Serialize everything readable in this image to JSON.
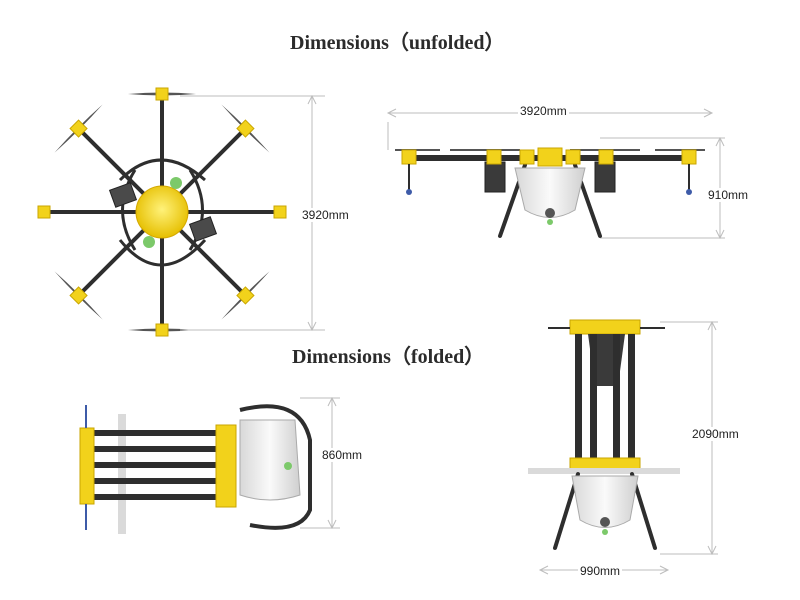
{
  "headings": {
    "unfolded": "Dimensions（unfolded）",
    "folded": "Dimensions（folded）"
  },
  "dimensions": {
    "top_view_width": "3920mm",
    "side_view_width": "3920mm",
    "side_view_height": "910mm",
    "folded_side_height": "860mm",
    "folded_front_height": "2090mm",
    "folded_front_width": "990mm"
  },
  "colors": {
    "frame_yellow": "#f2d21b",
    "arm_dark": "#2e2e2e",
    "tank_white": "#eeeeee",
    "accent_green": "#7cc96a",
    "dimension_line": "#bdbdbd",
    "propeller": "#555555"
  }
}
